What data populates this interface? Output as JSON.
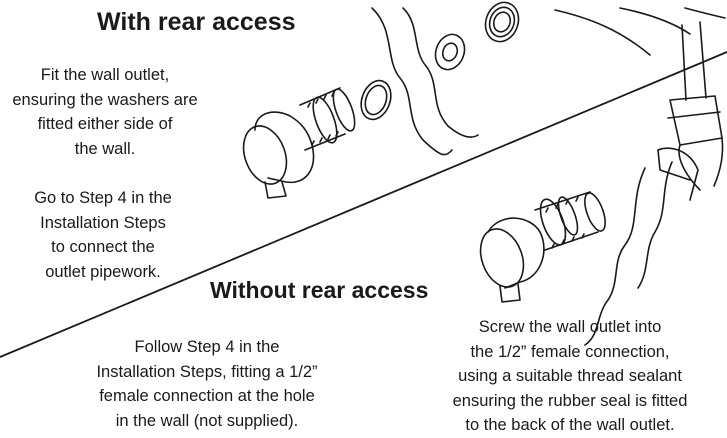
{
  "headings": {
    "with_rear_access": "With rear access",
    "without_rear_access": "Without rear access"
  },
  "with_rear": {
    "fit_lines": [
      "Fit the wall outlet,",
      "ensuring the washers are",
      "fitted either side of",
      "the wall."
    ],
    "step_lines": [
      "Go to Step 4 in the",
      "Installation Steps",
      "to connect the",
      "outlet pipework."
    ]
  },
  "without_rear": {
    "follow_lines": [
      "Follow Step 4 in the",
      "Installation Steps, fitting a 1/2”",
      "female connection at the hole",
      "in the wall (not supplied)."
    ],
    "screw_lines": [
      "Screw the wall outlet into",
      "the 1/2” female connection,",
      "using a suitable thread sealant",
      "ensuring the rubber seal is fitted",
      "to the back of the wall outlet."
    ]
  },
  "icons": [
    "wall-outlet-icon",
    "washer-icon",
    "wall-section-icon",
    "pipe-elbow-icon"
  ],
  "colors": {
    "line": "#1a1a1a",
    "background": "#ffffff"
  }
}
